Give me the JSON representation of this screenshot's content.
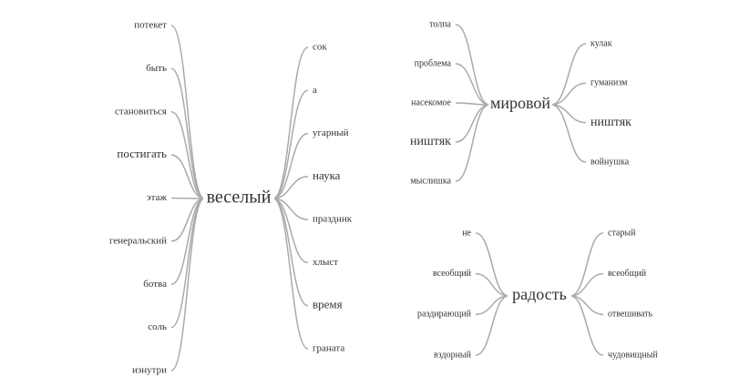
{
  "diagram": {
    "type": "word-association-network",
    "edge_color": "#aaaaaa",
    "text_color": "#333333",
    "clusters": [
      {
        "center": "веселый",
        "left": [
          "потекет",
          "быть",
          "становиться",
          "постигать",
          "этаж",
          "генеральский",
          "ботва",
          "соль",
          "изнутри"
        ],
        "right": [
          "сок",
          "а",
          "угарный",
          "наука",
          "праздник",
          "хлыст",
          "время",
          "граната"
        ]
      },
      {
        "center": "мировой",
        "left": [
          "толпа",
          "проблема",
          "насекомое",
          "ништяк",
          "мыслишка"
        ],
        "right": [
          "кулак",
          "гуманизм",
          "ништяк",
          "войнушка"
        ]
      },
      {
        "center": "радость",
        "left": [
          "не",
          "всеобщий",
          "раздирающий",
          "вздорный"
        ],
        "right": [
          "старый",
          "всеобщий",
          "отвешивать",
          "чудовищный"
        ]
      }
    ]
  }
}
